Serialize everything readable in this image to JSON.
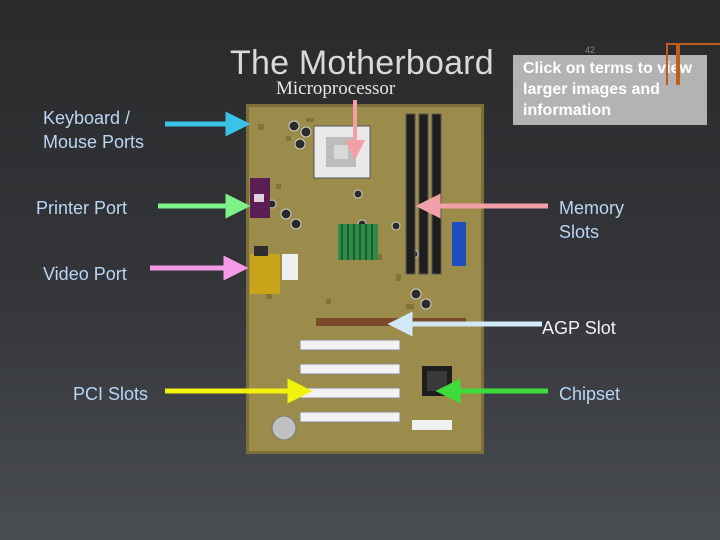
{
  "slide": {
    "title": "The Motherboard",
    "subtitle": "Microprocessor",
    "page_number": "42",
    "note": "Click on terms to view larger images and information"
  },
  "labels": {
    "keyboard_mouse": "Keyboard / Mouse Ports",
    "printer": "Printer Port",
    "video": "Video Port",
    "pci": "PCI Slots",
    "memory": "Memory Slots",
    "agp": "AGP Slot",
    "chipset": "Chipset"
  },
  "colors": {
    "background": "#2f3033",
    "title_text": "#d9d9d9",
    "note_box": "#b3b3b3",
    "accent": "#c05d1c",
    "arrow_keyboard": "#39c3e8",
    "arrow_printer": "#7ef28a",
    "arrow_video": "#f59ae6",
    "arrow_pci": "#f2f20a",
    "arrow_memory": "#f2a0a8",
    "arrow_agp": "#d2e8f7",
    "arrow_chipset": "#3ddc3d",
    "arrow_microprocessor": "#f2a0a8"
  }
}
